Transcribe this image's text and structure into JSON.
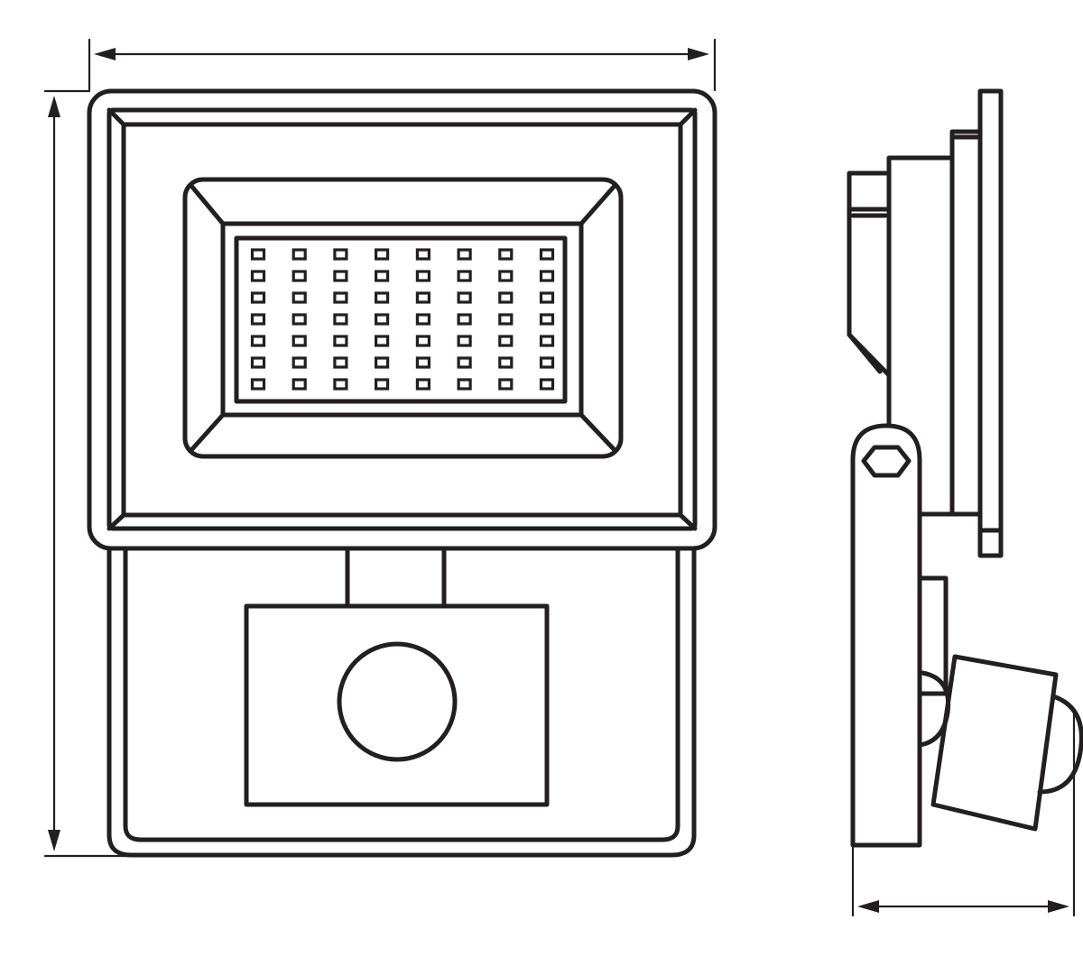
{
  "drawing": {
    "subject": "led-floodlight-with-motion-sensor",
    "views": [
      "front-view",
      "side-view"
    ],
    "dimension_arrows": [
      "width",
      "height",
      "depth"
    ],
    "led_grid": {
      "columns": 8,
      "rows": 7
    },
    "colors": {
      "line": "#231f20",
      "background": "#ffffff"
    }
  }
}
